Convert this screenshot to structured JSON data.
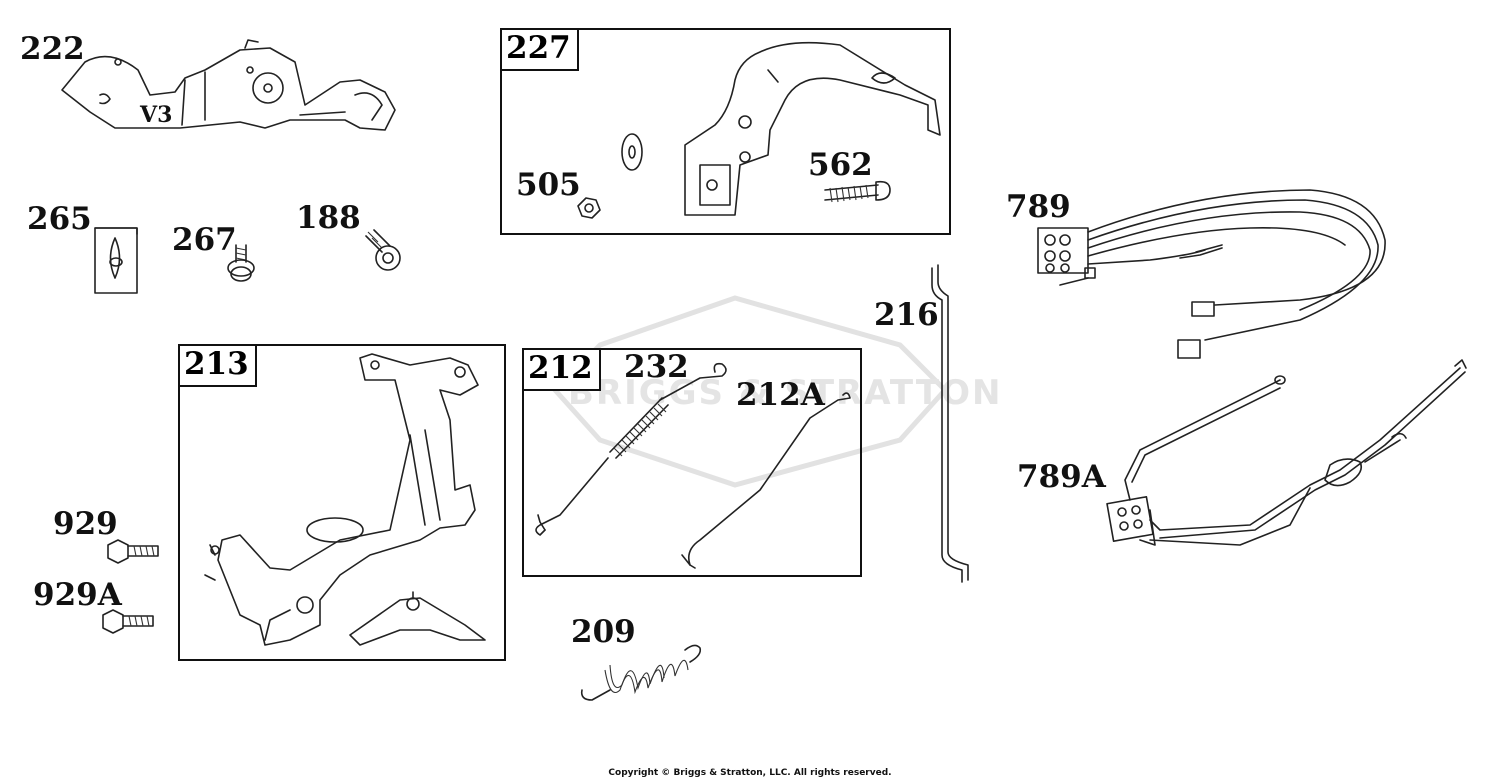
{
  "labels": {
    "p222": "222",
    "v3": "V3",
    "p227": "227",
    "p505": "505",
    "p562": "562",
    "p265": "265",
    "p267": "267",
    "p188": "188",
    "p789": "789",
    "p216": "216",
    "p213": "213",
    "p212": "212",
    "p232": "232",
    "p212a": "212A",
    "p789a": "789A",
    "p929": "929",
    "p929a": "929A",
    "p209": "209"
  },
  "watermark": "BRIGGS & STRATTON",
  "copyright": "Copyright © Briggs & Stratton, LLC. All rights reserved."
}
